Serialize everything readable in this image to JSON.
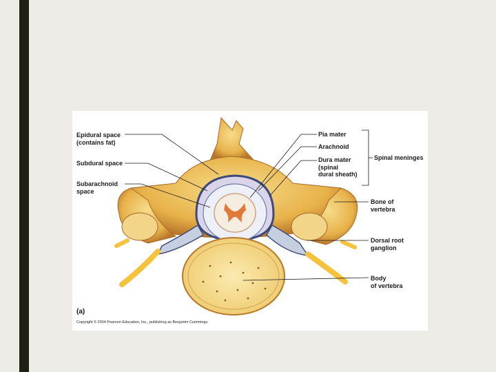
{
  "labels": {
    "epidural": "Epidural space\n(contains fat)",
    "subdural": "Subdural space",
    "subarachnoid": "Subarachnoid\nspace",
    "pia": "Pia mater",
    "arachnoid": "Arachnoid",
    "dura": "Dura mater\n(spinal\ndural sheath)",
    "meninges": "Spinal meninges",
    "bone": "Bone of\nvertebra",
    "dorsal_root": "Dorsal root\nganglion",
    "body": "Body\nof vertebra"
  },
  "panel_letter": "(a)",
  "copyright": "Copyright © 2004 Pearson Education, Inc., publishing as Benjamin Cummings",
  "colors": {
    "bone": "#e8b24a",
    "bone_light": "#f6dc8a",
    "bone_dark": "#b9792a",
    "nerve": "#f4c23c",
    "dura": "#3c4a7a",
    "cord_white": "#f5ede0",
    "cord_gray": "#e07a3a"
  }
}
